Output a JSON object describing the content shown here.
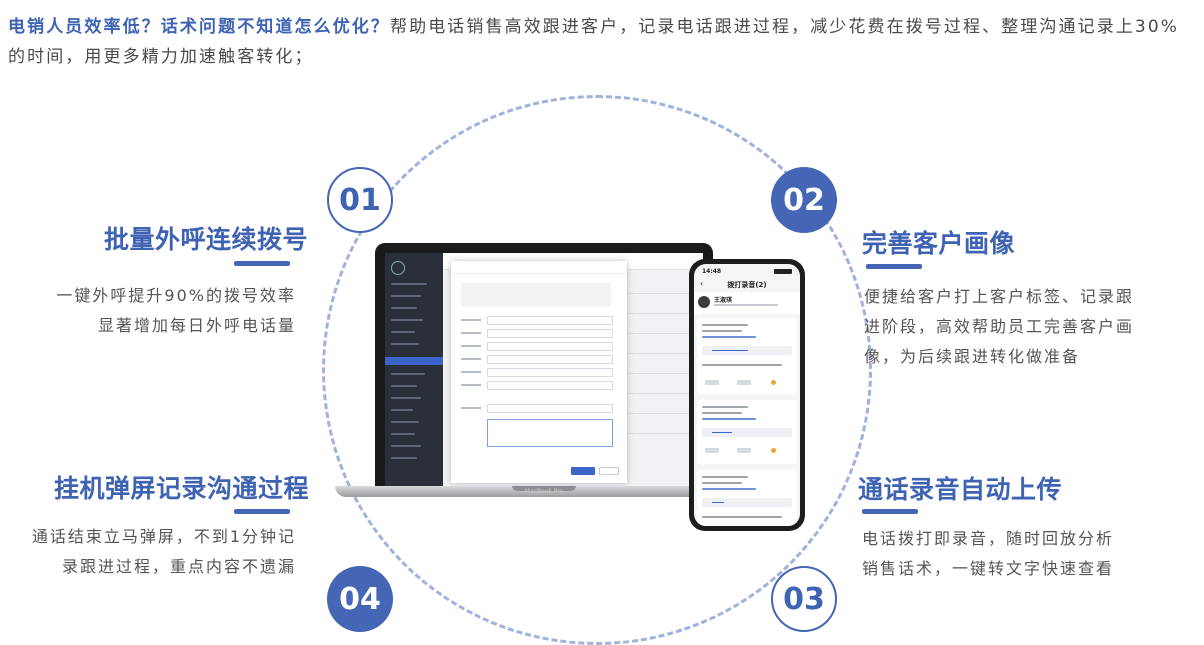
{
  "intro": {
    "highlight": "电销人员效率低？话术问题不知道怎么优化？",
    "body": "帮助电话销售高效跟进客户，记录电话跟进过程，减少花费在拨号过程、整理沟通记录上30%的时间，用更多精力加速触客转化；"
  },
  "features": [
    {
      "number": "01",
      "title": "批量外呼连续拨号",
      "lines": [
        "一键外呼提升90%的拨号效率",
        "显著增加每日外呼电话量"
      ]
    },
    {
      "number": "02",
      "title": "完善客户画像",
      "lines": [
        "便捷给客户打上客户标签、记录跟",
        "进阶段，高效帮助员工完善客户画",
        "像，为后续跟进转化做准备"
      ]
    },
    {
      "number": "03",
      "title": "通话录音自动上传",
      "lines": [
        "电话拨打即录音，随时回放分析",
        "销售话术，一键转文字快速查看"
      ]
    },
    {
      "number": "04",
      "title": "挂机弹屏记录沟通过程",
      "lines": [
        "通话结束立马弹屏，不到1分钟记",
        "录跟进过程，重点内容不遗漏"
      ]
    }
  ],
  "device": {
    "laptop_brand": "MacBook Pro",
    "phone_time": "14:48",
    "phone_title": "拨打录音(2)",
    "phone_user": "王淑琪"
  },
  "colors": {
    "accent": "#3f63b3",
    "ring": "#9fb3dc",
    "text": "#555555"
  }
}
